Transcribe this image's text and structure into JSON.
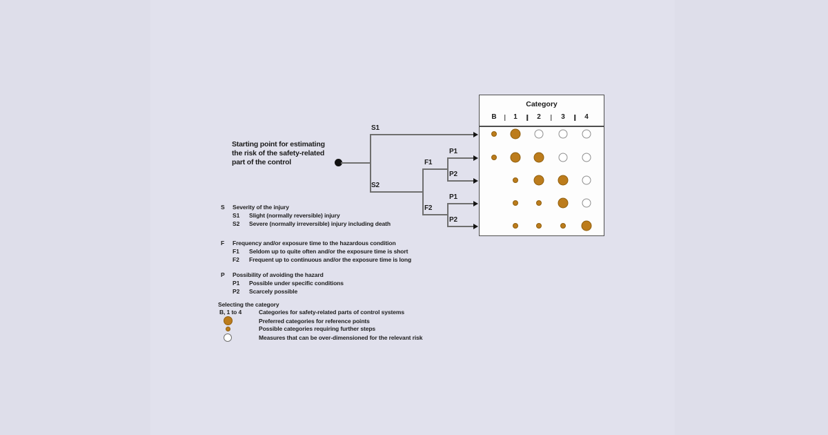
{
  "colors": {
    "background_outer": "#dedeea",
    "background_panel": "#e1e1ed",
    "accent_orange": "#bc7c1c",
    "line_gray": "#6e6e6e"
  },
  "start_label": {
    "line1": "Starting point for estimating",
    "line2": "the risk of the safety-related",
    "line3": "part of the control"
  },
  "tree": {
    "s1": "S1",
    "s2": "S2",
    "f1": "F1",
    "f2": "F2",
    "p1_upper": "P1",
    "p2_upper": "P2",
    "p1_lower": "P1",
    "p2_lower": "P2"
  },
  "table": {
    "title": "Category",
    "columns": [
      "B",
      "1",
      "2",
      "3",
      "4"
    ],
    "rows": [
      [
        "small",
        "large",
        "open",
        "open",
        "open"
      ],
      [
        "small",
        "large",
        "large",
        "open",
        "open"
      ],
      [
        "none",
        "small",
        "large",
        "large",
        "open"
      ],
      [
        "none",
        "small",
        "small",
        "large",
        "open"
      ],
      [
        "none",
        "small",
        "small",
        "small",
        "large"
      ]
    ]
  },
  "definitions": [
    {
      "key": "S",
      "title": "Severity of the injury",
      "items": [
        {
          "key": "S1",
          "text": "Slight (normally reversible) injury"
        },
        {
          "key": "S2",
          "text": "Severe (normally irreversible) injury including death"
        }
      ]
    },
    {
      "key": "F",
      "title": "Frequency and/or exposure time to the hazardous condition",
      "items": [
        {
          "key": "F1",
          "text": "Seldom up to quite often and/or the exposure time is short"
        },
        {
          "key": "F2",
          "text": "Frequent up to continuous and/or the exposure time is long"
        }
      ]
    },
    {
      "key": "P",
      "title": "Possibility of avoiding the hazard",
      "items": [
        {
          "key": "P1",
          "text": "Possible under specific conditions"
        },
        {
          "key": "P2",
          "text": "Scarcely possible"
        }
      ]
    }
  ],
  "selecting": {
    "title": "Selecting the category",
    "rows": [
      {
        "icon": "none",
        "key": "B, 1 to 4",
        "text": "Categories for safety-related parts of control systems"
      },
      {
        "icon": "large",
        "key": "",
        "text": "Preferred categories for reference points"
      },
      {
        "icon": "small",
        "key": "",
        "text": "Possible categories requiring further steps"
      },
      {
        "icon": "open",
        "key": "",
        "text": "Measures that can be over-dimensioned for the relevant risk"
      }
    ]
  }
}
